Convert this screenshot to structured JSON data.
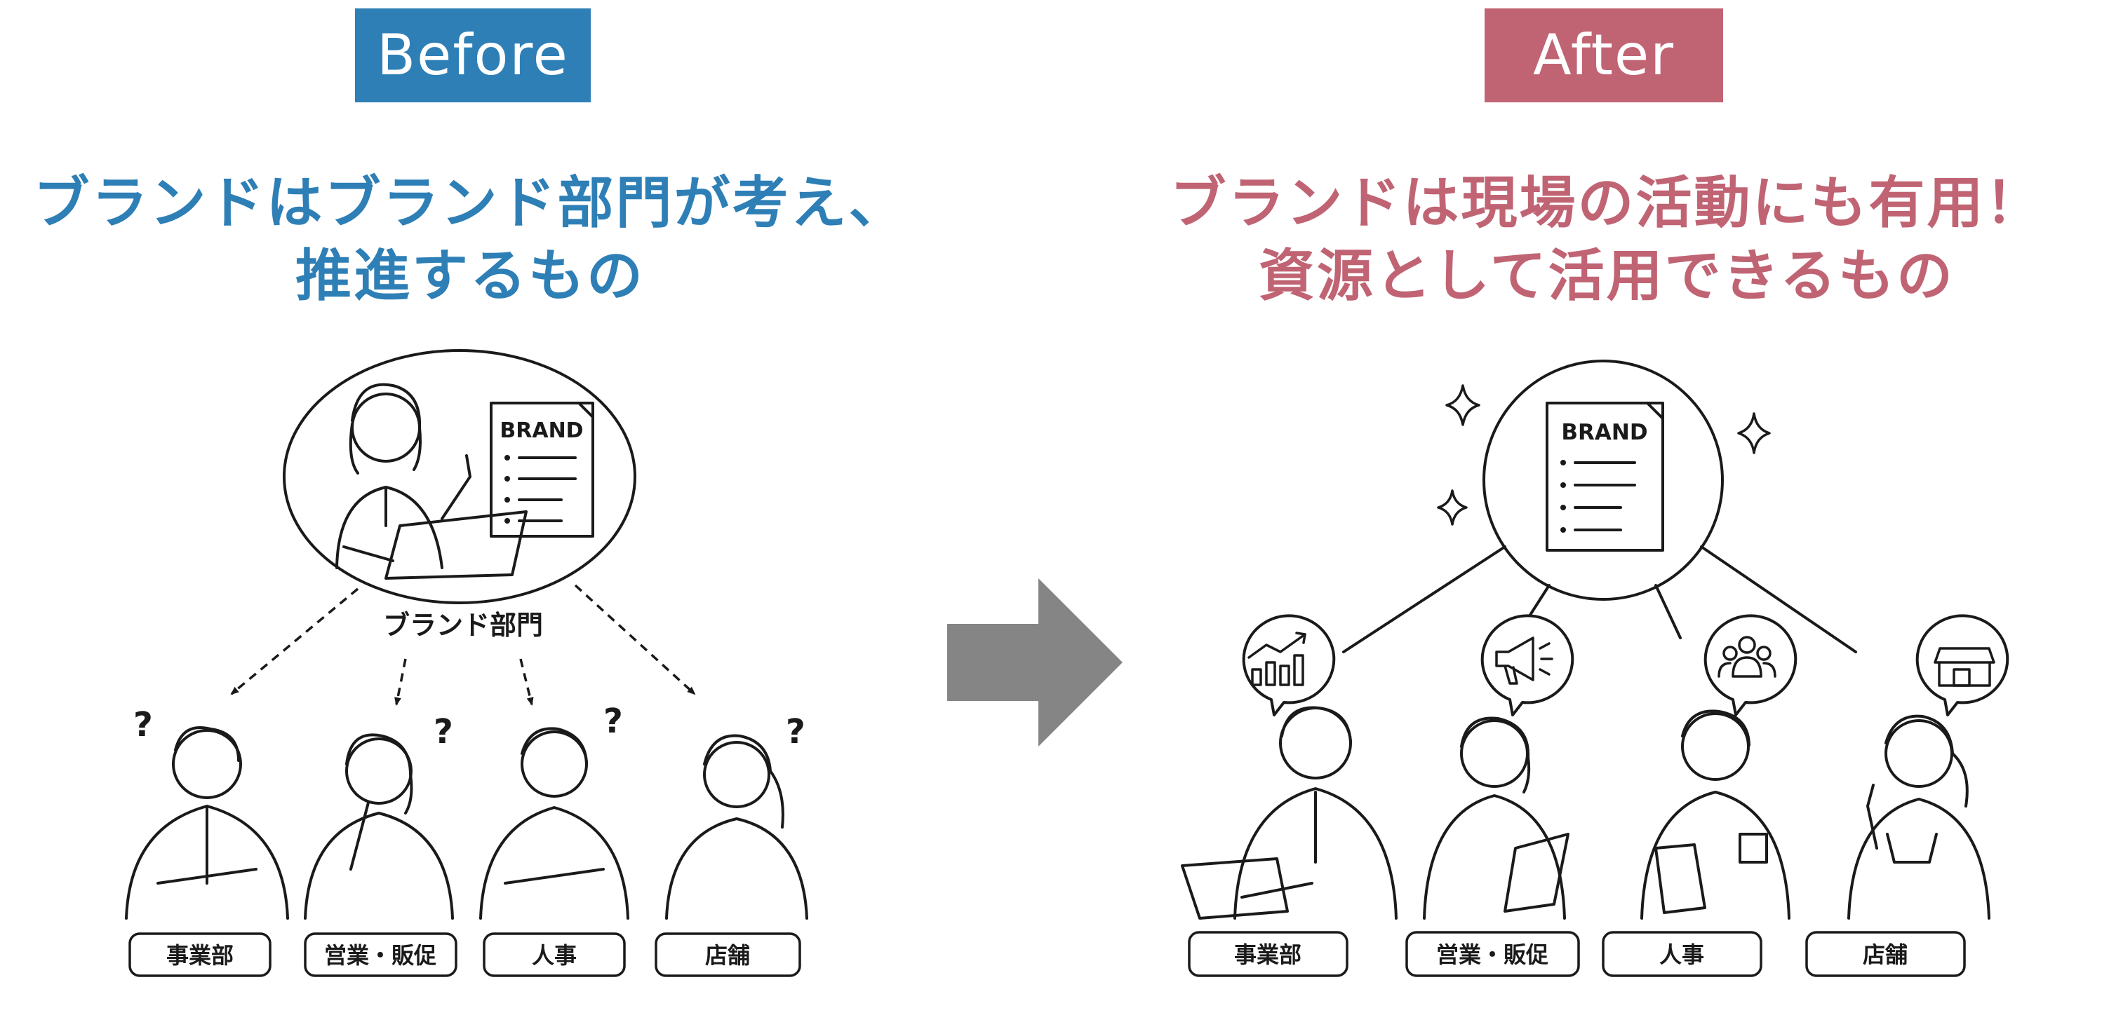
{
  "colors": {
    "before_accent": "#2e7fb6",
    "after_accent": "#c06474",
    "arrow_gray": "#858585",
    "line": "#1a1a1a"
  },
  "before": {
    "badge": "Before",
    "headline_line1": "ブランドはブランド部門が考え、",
    "headline_line2": "推進するもの",
    "document_title": "BRAND",
    "center_label": "ブランド部門",
    "question_mark": "?",
    "departments": [
      "事業部",
      "営業・販促",
      "人事",
      "店舗"
    ]
  },
  "after": {
    "badge": "After",
    "headline_line1": "ブランドは現場の活動にも有用！",
    "headline_line2": "資源として活用できるもの",
    "document_title": "BRAND",
    "departments": [
      "事業部",
      "営業・販促",
      "人事",
      "店舗"
    ],
    "icons": [
      "bar-chart-icon",
      "megaphone-icon",
      "team-icon",
      "shop-icon"
    ]
  }
}
